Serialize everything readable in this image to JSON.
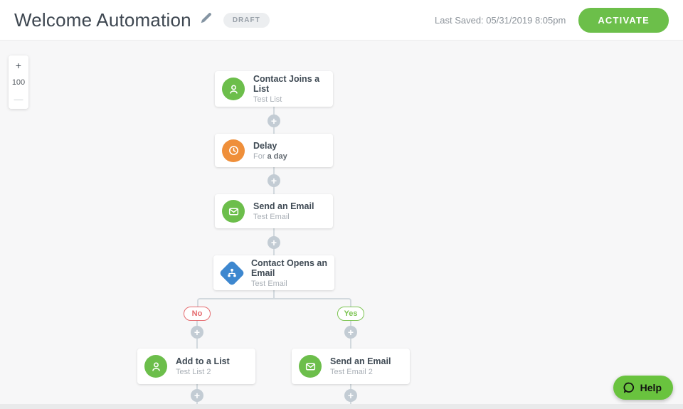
{
  "header": {
    "title": "Welcome Automation",
    "status_badge": "DRAFT",
    "last_saved": "Last Saved: 05/31/2019 8:05pm",
    "activate_label": "ACTIVATE"
  },
  "zoom_control": {
    "zoom_in": "+",
    "level": "100",
    "zoom_out": "—"
  },
  "workflow": {
    "nodes": [
      {
        "title": "Contact Joins a List",
        "subtitle": "Test List",
        "icon": "contact-icon",
        "color": "#6cbe4b",
        "shape": "circle"
      },
      {
        "title": "Delay",
        "subtitle_prefix": "For ",
        "subtitle_emphasis": "a day",
        "icon": "clock-icon",
        "color": "#ef8f3a",
        "shape": "circle"
      },
      {
        "title": "Send an Email",
        "subtitle": "Test Email",
        "icon": "email-icon",
        "color": "#6cbe4b",
        "shape": "circle"
      },
      {
        "title": "Contact Opens an Email",
        "subtitle": "Test Email",
        "icon": "branch-icon",
        "color": "#3d87cf",
        "shape": "diamond"
      },
      {
        "title": "Add to a List",
        "subtitle": "Test List 2",
        "icon": "contact-icon",
        "color": "#6cbe4b",
        "shape": "circle"
      },
      {
        "title": "Send an Email",
        "subtitle": "Test Email 2",
        "icon": "email-icon",
        "color": "#6cbe4b",
        "shape": "circle"
      }
    ],
    "branch": {
      "no_label": "No",
      "yes_label": "Yes"
    },
    "add_step_symbol": "+"
  },
  "help": {
    "label": "Help"
  },
  "colors": {
    "accent_green": "#6cbf4a",
    "help_green": "#69c33e",
    "node_green": "#6cbe4b",
    "node_orange": "#ef8f3a",
    "node_blue": "#3d87cf",
    "connector": "#d2d9de",
    "no_red": "#e56b6f",
    "yes_green": "#7cc452",
    "canvas_bg": "#f7f7f8"
  }
}
